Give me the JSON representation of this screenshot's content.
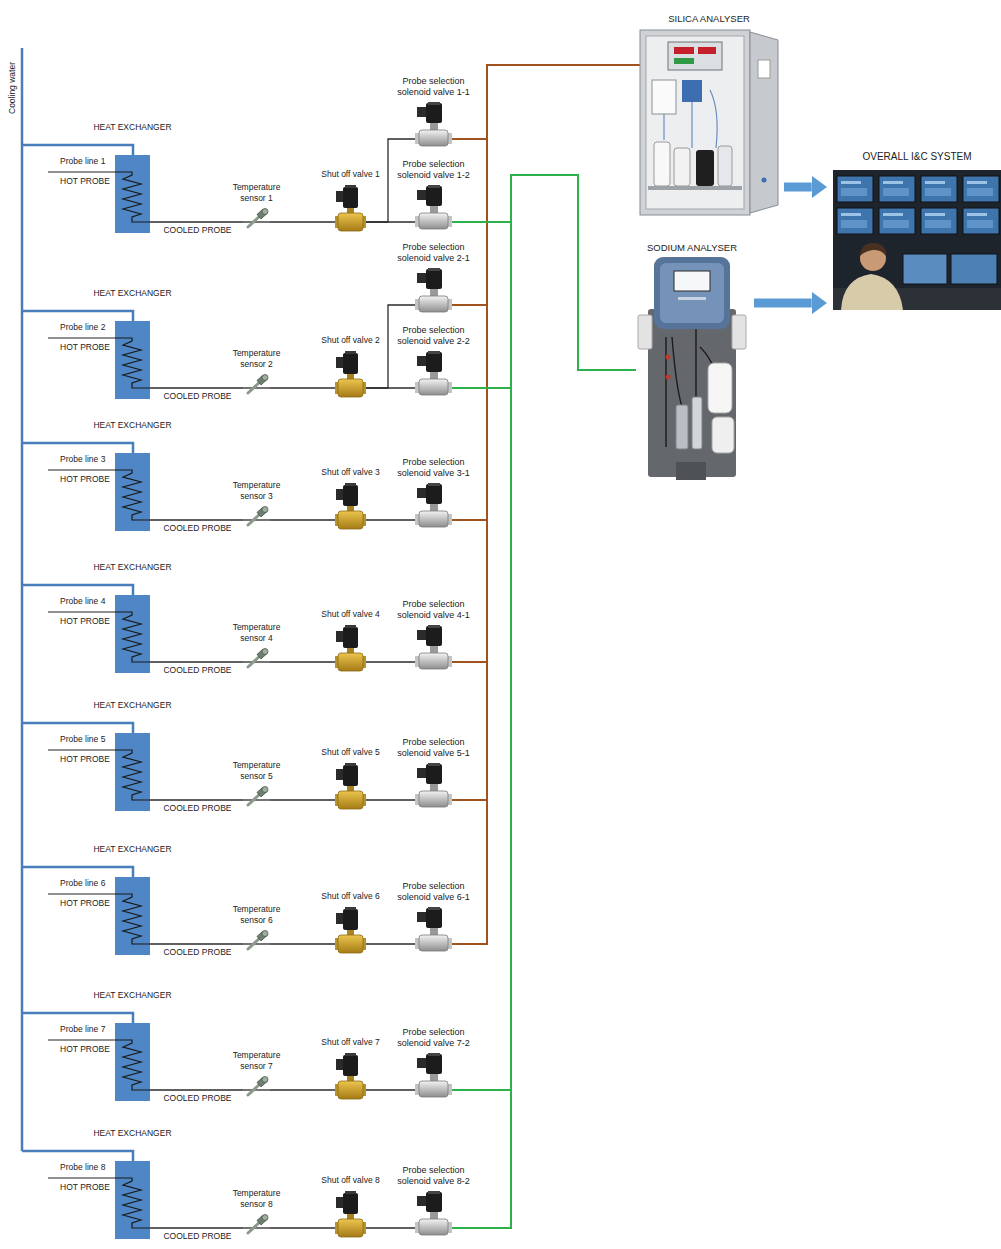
{
  "diagram": {
    "nodes": [
      {
        "text": [
          "HEAT EXCHANGER"
        ]
      },
      {
        "text": [
          "Temperature sensor 1"
        ]
      },
      {
        "text": [
          "Shut off valve 1"
        ]
      },
      {
        "text": [
          "Probe selection solenoid valve 1-1"
        ]
      },
      {
        "text": [
          "Probe selection solenoid valve 1-2"
        ]
      },
      {
        "text": [
          "HEAT EXCHANGER"
        ]
      },
      {
        "text": [
          "Temperature sensor 2"
        ]
      },
      {
        "text": [
          "Shut off valve 2"
        ]
      },
      {
        "text": [
          "Probe selection solenoid valve 2-1"
        ]
      },
      {
        "text": [
          "Probe selection solenoid valve 2-2"
        ]
      },
      {
        "text": [
          "HEAT EXCHANGER"
        ]
      },
      {
        "text": [
          "Temperature sensor 3"
        ]
      },
      {
        "text": [
          "Shut off valve 3"
        ]
      },
      {
        "text": [
          "Probe selection solenoid valve 3-1"
        ]
      },
      {
        "text": [
          "HEAT EXCHANGER"
        ]
      },
      {
        "text": [
          "Temperature sensor 4"
        ]
      },
      {
        "text": [
          "Shut off valve 4"
        ]
      },
      {
        "text": [
          "Probe selection solenoid valve 4-1"
        ]
      },
      {
        "text": [
          "HEAT EXCHANGER"
        ]
      },
      {
        "text": [
          "Temperature sensor 5"
        ]
      },
      {
        "text": [
          "Shut off valve 5"
        ]
      },
      {
        "text": [
          "Probe selection solenoid valve 5-1"
        ]
      },
      {
        "text": [
          "HEAT EXCHANGER"
        ]
      },
      {
        "text": [
          "Temperature sensor 6"
        ]
      },
      {
        "text": [
          "Shut off valve 6"
        ]
      },
      {
        "text": [
          "Probe selection solenoid valve 6-1"
        ]
      },
      {
        "text": [
          "HEAT EXCHANGER"
        ]
      },
      {
        "text": [
          "Temperature sensor 7"
        ]
      },
      {
        "text": [
          "Shut off valve 7"
        ]
      },
      {
        "text": [
          "Probe selection solenoid valve 7-2"
        ]
      },
      {
        "text": [
          "HEAT EXCHANGER"
        ]
      },
      {
        "text": [
          "Temperature sensor 8"
        ]
      },
      {
        "text": [
          "Shut off valve 8"
        ]
      },
      {
        "text": [
          "Probe selection solenoid valve 8-2"
        ]
      },
      {
        "text": [
          "SILICA ANALYSER"
        ]
      },
      {
        "text": [
          "SODIUM ANALYSER"
        ]
      },
      {
        "text": [
          "OVERALL I&C SYSTEM"
        ]
      }
    ],
    "edges": [
      {
        "from": 0,
        "to": 1,
        "arrow": "none",
        "label": "COOLED PROBE"
      },
      {
        "from": 1,
        "to": 2,
        "arrow": "none"
      },
      {
        "from": 2,
        "to": 3,
        "arrow": "none"
      },
      {
        "from": 2,
        "to": 4,
        "arrow": "none"
      },
      {
        "from": 5,
        "to": 6,
        "arrow": "none",
        "label": "COOLED PROBE"
      },
      {
        "from": 6,
        "to": 7,
        "arrow": "none"
      },
      {
        "from": 7,
        "to": 8,
        "arrow": "none"
      },
      {
        "from": 7,
        "to": 9,
        "arrow": "none"
      },
      {
        "from": 10,
        "to": 11,
        "arrow": "none",
        "label": "COOLED PROBE"
      },
      {
        "from": 11,
        "to": 12,
        "arrow": "none"
      },
      {
        "from": 12,
        "to": 13,
        "arrow": "none"
      },
      {
        "from": 14,
        "to": 15,
        "arrow": "none",
        "label": "COOLED PROBE"
      },
      {
        "from": 15,
        "to": 16,
        "arrow": "none"
      },
      {
        "from": 16,
        "to": 17,
        "arrow": "none"
      },
      {
        "from": 18,
        "to": 19,
        "arrow": "none",
        "label": "COOLED PROBE"
      },
      {
        "from": 19,
        "to": 20,
        "arrow": "none"
      },
      {
        "from": 20,
        "to": 21,
        "arrow": "none"
      },
      {
        "from": 22,
        "to": 23,
        "arrow": "none",
        "label": "COOLED PROBE"
      },
      {
        "from": 23,
        "to": 24,
        "arrow": "none"
      },
      {
        "from": 24,
        "to": 25,
        "arrow": "none"
      },
      {
        "from": 26,
        "to": 27,
        "arrow": "none",
        "label": "COOLED PROBE"
      },
      {
        "from": 27,
        "to": 28,
        "arrow": "none"
      },
      {
        "from": 28,
        "to": 29,
        "arrow": "none"
      },
      {
        "from": 30,
        "to": 31,
        "arrow": "none",
        "label": "COOLED PROBE"
      },
      {
        "from": 31,
        "to": 32,
        "arrow": "none"
      },
      {
        "from": 32,
        "to": 33,
        "arrow": "none"
      },
      {
        "from": 3,
        "to": 34,
        "arrow": "none"
      },
      {
        "from": 8,
        "to": 34,
        "arrow": "none"
      },
      {
        "from": 13,
        "to": 34,
        "arrow": "none"
      },
      {
        "from": 17,
        "to": 34,
        "arrow": "none"
      },
      {
        "from": 21,
        "to": 34,
        "arrow": "none"
      },
      {
        "from": 25,
        "to": 34,
        "arrow": "none"
      },
      {
        "from": 4,
        "to": 35,
        "arrow": "none"
      },
      {
        "from": 9,
        "to": 35,
        "arrow": "none"
      },
      {
        "from": 29,
        "to": 35,
        "arrow": "none"
      },
      {
        "from": 33,
        "to": 35,
        "arrow": "none"
      },
      {
        "from": 34,
        "to": 36,
        "arrow": "to"
      },
      {
        "from": 35,
        "to": 36,
        "arrow": "to"
      }
    ],
    "labels": [
      "Cooling water",
      "Probe line 1",
      "HOT PROBE",
      "Probe line 2",
      "HOT PROBE",
      "Probe line 3",
      "HOT PROBE",
      "Probe line 4",
      "HOT PROBE",
      "Probe line 5",
      "HOT PROBE",
      "Probe line 6",
      "HOT PROBE",
      "Probe line 7",
      "HOT PROBE",
      "Probe line 8",
      "HOT PROBE"
    ]
  }
}
